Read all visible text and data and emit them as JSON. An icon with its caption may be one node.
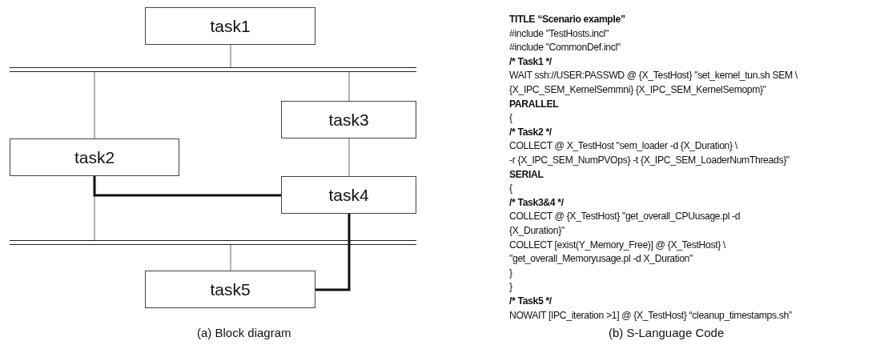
{
  "diagram": {
    "nodes": [
      {
        "text": [
          "task1"
        ]
      },
      {
        "text": [],
        "shape": "bar"
      },
      {
        "text": [
          "task2"
        ]
      },
      {
        "text": [
          "task3"
        ]
      },
      {
        "text": [
          "task4"
        ]
      },
      {
        "text": [],
        "shape": "bar"
      },
      {
        "text": [
          "task5"
        ]
      }
    ],
    "edges": [
      {
        "from": 0,
        "to": 1,
        "arrow": "none"
      },
      {
        "from": 1,
        "to": 2,
        "arrow": "none"
      },
      {
        "from": 1,
        "to": 3,
        "arrow": "none"
      },
      {
        "from": 3,
        "to": 4,
        "arrow": "none"
      },
      {
        "from": 2,
        "to": 5,
        "arrow": "none"
      },
      {
        "from": 2,
        "to": 4,
        "arrow": "none",
        "style": "thick"
      },
      {
        "from": 5,
        "to": 6,
        "arrow": "none"
      },
      {
        "from": 4,
        "to": 6,
        "arrow": "none",
        "style": "thick"
      }
    ],
    "labels": [
      "(a) Block diagram",
      "TITLE “Scenario example”",
      "#include \"TestHosts.incl\"",
      "#include \"CommonDef.incl\"",
      "/* Task1 */",
      "WAIT ssh://USER:PASSWD @ {X_TestHost} \"set_kernel_tun.sh SEM \\",
      "{X_IPC_SEM_KernelSemmni} {X_IPC_SEM_KernelSemopm}\"",
      "PARALLEL",
      "{",
      "/* Task2 */",
      "COLLECT @ X_TestHost \"sem_loader -d {X_Duration} \\",
      "-r {X_IPC_SEM_NumPVOps} -t {X_IPC_SEM_LoaderNumThreads}\"",
      "SERIAL",
      "{",
      "/* Task3&4 */",
      "COLLECT @ {X_TestHost} \"get_overall_CPUusage.pl -d",
      "{X_Duration}\"",
      "COLLECT [exist(Y_Memory_Free)] @ {X_TestHost} \\",
      "\"get_overall_Memoryusage.pl -d X_Duration\"",
      "}",
      "}",
      "/* Task5 */",
      "NOWAIT [IPC_iteration >1] @ {X_TestHost} “cleanup_timestamps.sh”",
      "(b) S-Language Code"
    ]
  }
}
